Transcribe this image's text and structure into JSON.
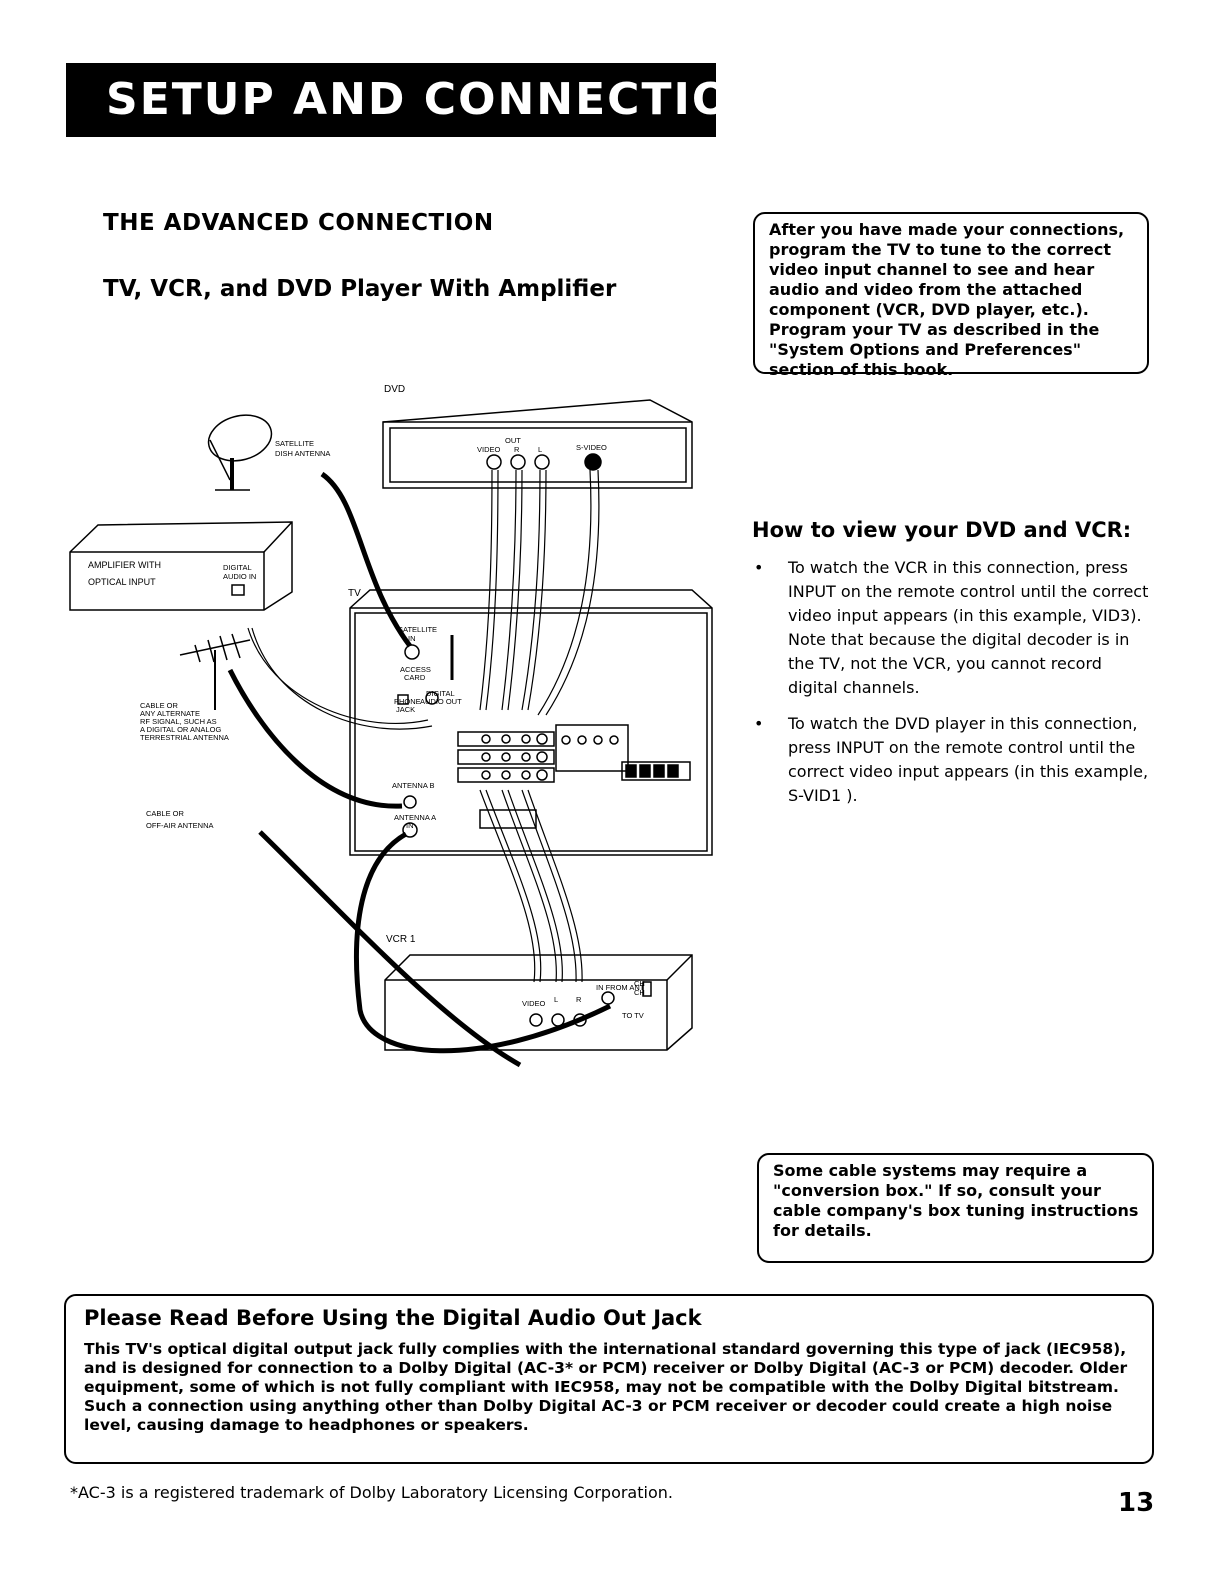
{
  "header": {
    "banner": "SETUP AND CONNECTIONS"
  },
  "section_title": "THE ADVANCED CONNECTION",
  "subtitle": "TV, VCR, and DVD Player With Amplifier",
  "callout_top": "After you have made your connections, program the TV to tune to the correct video input channel to see and hear audio and video from the attached component (VCR, DVD player, etc.). Program your TV as described in the \"System Options and Preferences\" section of this book.",
  "howto": {
    "title": "How to view your DVD and VCR:",
    "items": [
      "To watch the VCR in this connection, press INPUT on the remote control until the correct video input appears (in this example, VID3). Note that because the digital decoder is in the TV, not the VCR, you cannot record digital channels.",
      "To watch the DVD player in this connection, press INPUT on the remote control until the correct video input appears (in this example, S-VID1 )."
    ]
  },
  "diagram": {
    "dvd": "DVD",
    "dvd_out": "OUT",
    "dvd_video": "VIDEO",
    "dvd_r": "R",
    "dvd_l": "L",
    "dvd_svideo": "S-VIDEO",
    "satellite": "SATELLITE",
    "dish_antenna": "DISH ANTENNA",
    "amplifier_1": "AMPLIFIER WITH",
    "amplifier_2": "OPTICAL INPUT",
    "digital_audio_in_1": "DIGITAL",
    "digital_audio_in_2": "AUDIO IN",
    "tv": "TV",
    "tv_satellite_in": "SATELLITE",
    "tv_in": "IN",
    "access_card_1": "ACCESS",
    "access_card_2": "CARD",
    "phone_jack_1": "PHONE",
    "phone_jack_2": "JACK",
    "digital_audio_out_1": "DIGITAL",
    "digital_audio_out_2": "AUDIO OUT",
    "antenna_b": "ANTENNA B",
    "antenna_a": "ANTENNA A",
    "antenna_in": "IN",
    "cable_or_1": "CABLE OR",
    "cable_or_2": "ANY ALTERNATE",
    "cable_or_3": "RF SIGNAL, SUCH AS",
    "cable_or_4": "A DIGITAL OR ANALOG",
    "cable_or_5": "TERRESTRIAL ANTENNA",
    "cable_air_1": "CABLE OR",
    "cable_air_2": "OFF-AIR ANTENNA",
    "vcr": "VCR 1",
    "vcr_video": "VIDEO",
    "vcr_l": "L",
    "vcr_r": "R",
    "vcr_in_from_ant": "IN FROM ANT",
    "vcr_to_tv": "TO TV",
    "vcr_ch": "CH",
    "vcr_ch2": "CH"
  },
  "callout_bottom": "Some cable systems may require a \"conversion box.\" If so, consult your cable company's box tuning instructions for details.",
  "notice": {
    "title": "Please Read Before Using the Digital Audio Out Jack",
    "body": "This TV's optical digital output jack fully complies with the international standard governing this type of jack (IEC958), and is designed for connection to a Dolby Digital (AC-3* or PCM) receiver or Dolby Digital (AC-3 or PCM) decoder. Older equipment, some of which is not fully compliant with IEC958, may not be compatible with the Dolby Digital bitstream. Such a connection using anything other than Dolby Digital AC-3 or PCM receiver or decoder could create a high noise level, causing damage to headphones or speakers."
  },
  "footnote": "*AC-3 is a registered trademark of Dolby Laboratory Licensing Corporation.",
  "page_number": "13"
}
